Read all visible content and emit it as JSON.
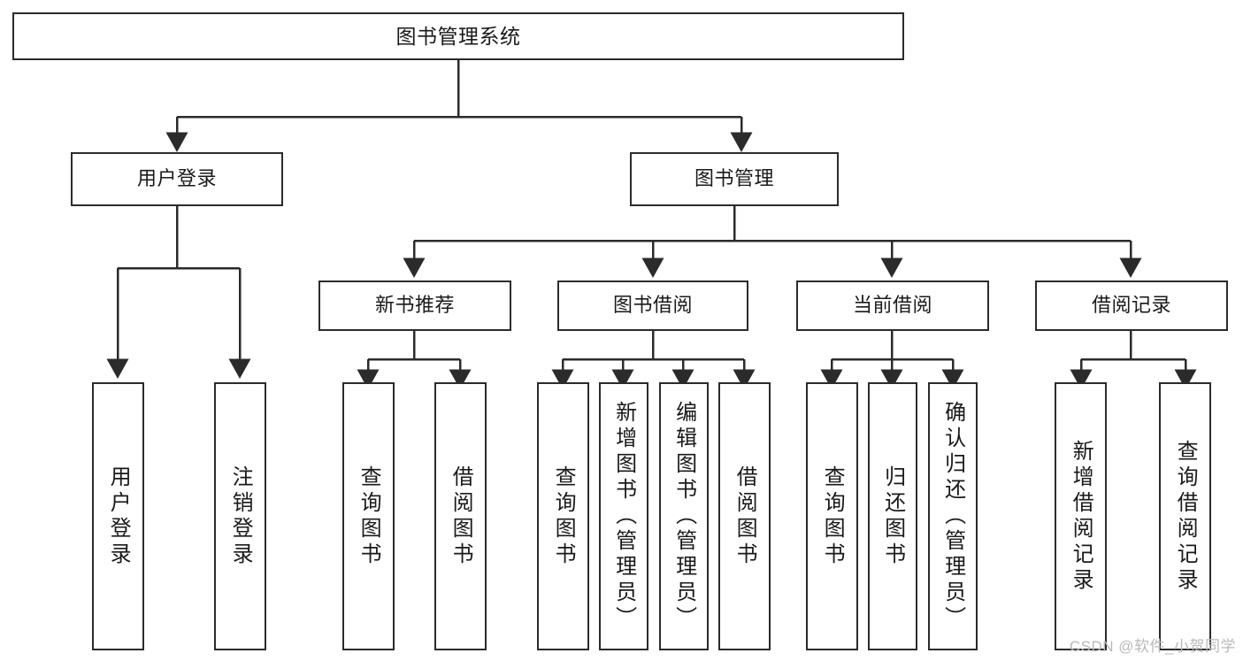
{
  "diagram": {
    "type": "hierarchy-tree",
    "title": "图书管理系统",
    "levels": 4,
    "line_color": "#2b2b2b",
    "text_color": "#1a1a1a",
    "background": "#ffffff"
  },
  "nodes": {
    "root": {
      "label": "图书管理系统"
    },
    "level2": [
      {
        "label": "用户登录"
      },
      {
        "label": "图书管理"
      }
    ],
    "level3": [
      {
        "label": "新书推荐"
      },
      {
        "label": "图书借阅"
      },
      {
        "label": "当前借阅"
      },
      {
        "label": "借阅记录"
      }
    ],
    "leaves": {
      "user_login": [
        {
          "label": "用户登录"
        },
        {
          "label": "注销登录"
        }
      ],
      "new_book": [
        {
          "label": "查询图书"
        },
        {
          "label": "借阅图书"
        }
      ],
      "book_borrow": [
        {
          "label": "查询图书"
        },
        {
          "label": "新增图书（管理员）"
        },
        {
          "label": "编辑图书（管理员）"
        },
        {
          "label": "借阅图书"
        }
      ],
      "current_borrow": [
        {
          "label": "查询图书"
        },
        {
          "label": "归还图书"
        },
        {
          "label": "确认归还（管理员）"
        }
      ],
      "borrow_record": [
        {
          "label": "新增借阅记录"
        },
        {
          "label": "查询借阅记录"
        }
      ]
    }
  },
  "watermark": {
    "text": "CSDN @软件_小贺同学",
    "color": "#b9b9b9"
  }
}
